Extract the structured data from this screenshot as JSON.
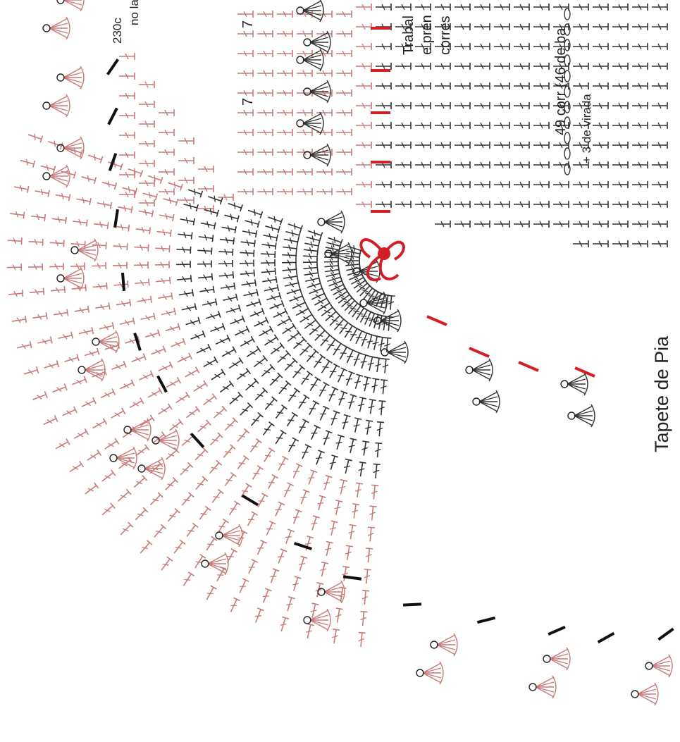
{
  "title": "Tapete de Pia",
  "labels": {
    "top_left_count": "230c",
    "top_left_note": "no la",
    "top_right_line1": "Trabal",
    "top_right_line2": "e pren",
    "top_right_line3": "corres",
    "chain_count": "49 corr (46 de ba",
    "turning": "+ 3 de virada",
    "row_mark_a": "7",
    "row_mark_b": "7"
  },
  "colors": {
    "red_stitch": "#c77a78",
    "dark_stitch": "#333333",
    "marker_red": "#d11f25",
    "marker_black": "#111111"
  }
}
